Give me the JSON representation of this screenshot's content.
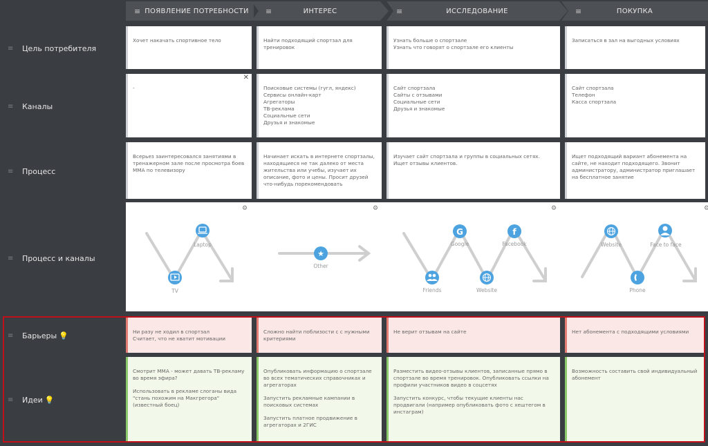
{
  "stages": [
    {
      "label": "ПОЯВЛЕНИЕ ПОТРЕБНОСТИ"
    },
    {
      "label": "ИНТЕРЕС"
    },
    {
      "label": "ИССЛЕДОВАНИЕ"
    },
    {
      "label": "ПОКУПКА"
    }
  ],
  "rows": {
    "goal": "Цель потребителя",
    "channels": "Каналы",
    "process": "Процесс",
    "process_channels": "Процесс и каналы",
    "barriers": "Барьеры",
    "ideas": "Идеи"
  },
  "goal": [
    "Хочет накачать спортивное тело",
    "Найти подходящий спортзал для тренировок",
    [
      "Узнать больше о спортзале",
      "Узнать что говорят о спортзале его клиенты"
    ],
    "Записаться в зал на выгодных условиях"
  ],
  "channels": [
    [
      "-"
    ],
    [
      "Поисковые системы (гугл, яндекс)",
      "Сервисы онлайн-карт",
      "Агрегаторы",
      "ТВ-реклама",
      "Социальные сети",
      "Друзья и знакомые"
    ],
    [
      "Сайт спортзала",
      "Сайты с отзывами",
      "Социальные сети",
      "Друзья и знакомые"
    ],
    [
      "Сайт спортзала",
      "Телефон",
      "Касса спортзала"
    ]
  ],
  "process": [
    "Всерьез заинтересовался занятиями в тренажерном зале после просмотра боев ММА по телевизору",
    "Начинает искать в интернете спортзалы, находящиеся не так далеко от места жительства или учебы, изучает их описание, фото и цены. Просит друзей что-нибудь порекомендовать",
    "Изучает сайт спортзала и группы в социальных сетях. Ищет отзывы клиентов.",
    "Ищет подходящий вариант абонемента на сайте, не находит подходящего. Звонит администратору, администратор приглашает на бесплатное занятие"
  ],
  "journey_nodes": {
    "laptop": "Laptop",
    "tv": "TV",
    "other": "Other",
    "google": "Google",
    "facebook": "Facebook",
    "friends": "Friends",
    "website1": "Website",
    "website2": "Website",
    "face": "Face to face",
    "phone": "Phone"
  },
  "barriers": [
    [
      "Ни разу не ходил в спортзал",
      "Считает, что не хватит мотивации"
    ],
    [
      "Сложно найти поблизости с с нужными критериями"
    ],
    [
      "Не верит отзывам на сайте"
    ],
    [
      "Нет абонемента с подходящими условиями"
    ]
  ],
  "ideas": [
    [
      "Смотрит ММА - может давать ТВ-рекламу во время эфира?",
      "Использовать в рекламе слоганы вида \"стань похожим на Макгрегора\" (известный боец)"
    ],
    [
      "Опубликовать информацию о спортзале во всех тематических справочниках и агрегаторах",
      "Запустить рекламные кампании в поисковых системах",
      "Запустить платное продвижение в агрегаторах и 2ГИС"
    ],
    [
      "Разместить видео-отзывы клиентов, записанные прямо в спортзале во время тренировок. Опубликовать ссылки на профили участников видео в соцсетях",
      "Запустить конкурс, чтобы текущие клиенты нас продвигали (например опубликовать фото с хештегом в инстаграм)"
    ],
    [
      "Возможность составить свой индивидуальный абонемент"
    ]
  ],
  "colors": {
    "accent": "#4da3e0",
    "barrier": "#e37d74",
    "idea": "#8cc96b",
    "highlight": "#c0101a"
  }
}
